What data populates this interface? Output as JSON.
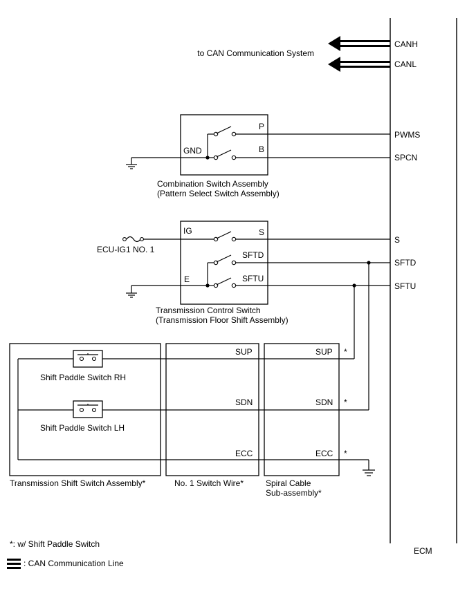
{
  "diagram": {
    "can_note": "to CAN Communication System",
    "ecm": {
      "label": "ECM",
      "terminals": [
        "CANH",
        "CANL",
        "PWMS",
        "SPCN",
        "S",
        "SFTD",
        "SFTU"
      ]
    },
    "combination_switch": {
      "terminals": {
        "p": "P",
        "b": "B",
        "gnd": "GND"
      },
      "caption_line1": "Combination Switch Assembly",
      "caption_line2": "(Pattern Select Switch Assembly)"
    },
    "transmission_control_switch": {
      "terminals": {
        "ig": "IG",
        "s": "S",
        "sftd": "SFTD",
        "e": "E",
        "sftu": "SFTU"
      },
      "fuse_label": "ECU-IG1 NO. 1",
      "caption_line1": "Transmission Control Switch",
      "caption_line2": "(Transmission Floor Shift Assembly)"
    },
    "shift_switch_assembly": {
      "rh_label": "Shift Paddle Switch RH",
      "lh_label": "Shift Paddle Switch LH",
      "caption": "Transmission Shift Switch Assembly*"
    },
    "no1_switch_wire": {
      "terminals": {
        "sup": "SUP",
        "sdn": "SDN",
        "ecc": "ECC"
      },
      "caption": "No. 1 Switch Wire*"
    },
    "spiral_cable": {
      "terminals": {
        "sup": "SUP",
        "sdn": "SDN",
        "ecc": "ECC"
      },
      "caption_line1": "Spiral Cable",
      "caption_line2": "Sub-assembly*"
    },
    "asterisk": "*",
    "legend": {
      "footnote": "*: w/ Shift Paddle Switch",
      "can_line": ": CAN Communication Line"
    }
  }
}
